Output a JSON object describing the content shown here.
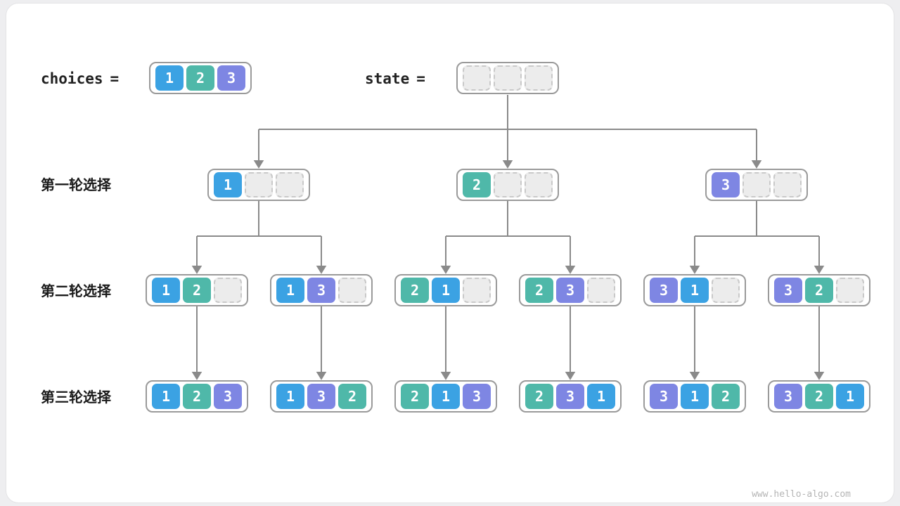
{
  "header": {
    "choices_label": "choices",
    "state_label": "state",
    "equals": "=",
    "choices": [
      1,
      2,
      3
    ],
    "state_empty_slots": 3
  },
  "colors": {
    "1": "#3ba2e3",
    "2": "#4fb8a9",
    "3": "#7e86e3"
  },
  "rows": [
    {
      "label": "第一轮选择",
      "nodes": [
        [
          1
        ],
        [
          2
        ],
        [
          3
        ]
      ]
    },
    {
      "label": "第二轮选择",
      "nodes": [
        [
          1,
          2
        ],
        [
          1,
          3
        ],
        [
          2,
          1
        ],
        [
          2,
          3
        ],
        [
          3,
          1
        ],
        [
          3,
          2
        ]
      ]
    },
    {
      "label": "第三轮选择",
      "nodes": [
        [
          1,
          2,
          3
        ],
        [
          1,
          3,
          2
        ],
        [
          2,
          1,
          3
        ],
        [
          2,
          3,
          1
        ],
        [
          3,
          1,
          2
        ],
        [
          3,
          2,
          1
        ]
      ]
    }
  ],
  "watermark": "www.hello-algo.com"
}
